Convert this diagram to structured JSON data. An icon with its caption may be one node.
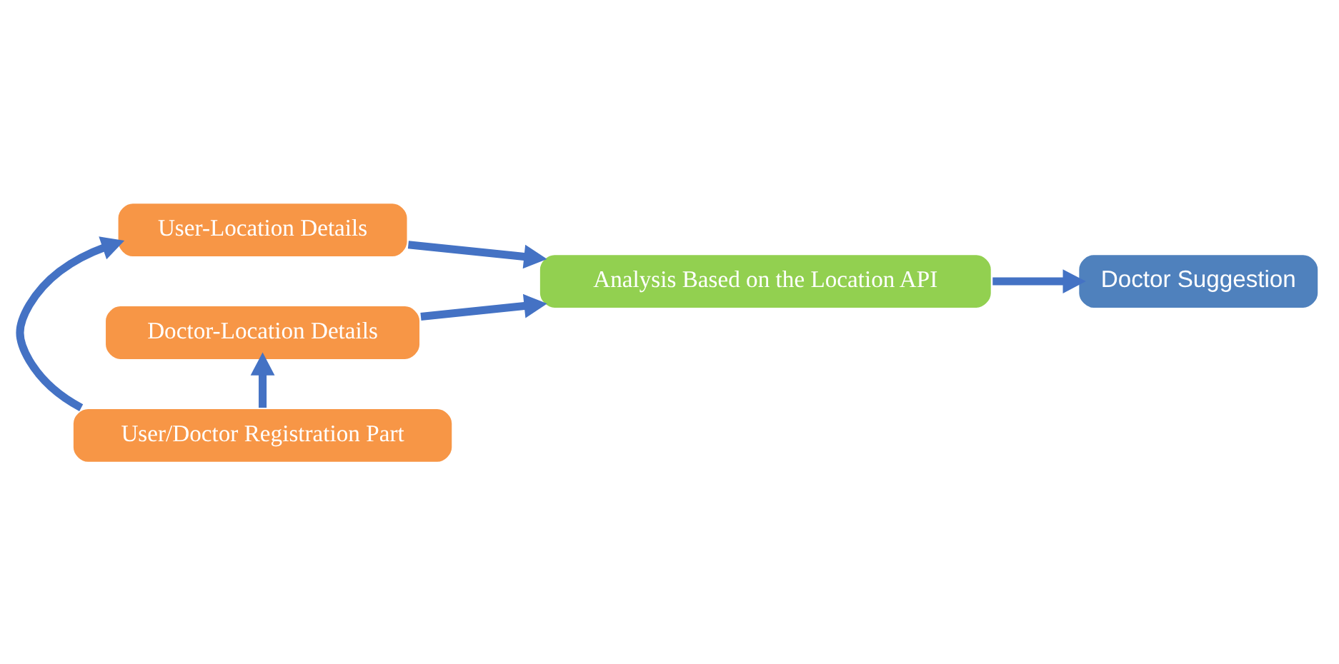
{
  "diagram": {
    "nodes": [
      {
        "text": [
          "User-Location Details"
        ]
      },
      {
        "text": [
          "User/Doctor Registration Part"
        ]
      },
      {
        "text": [
          "Doctor-Location Details"
        ]
      },
      {
        "text": [
          "Analysis Based on the Location API"
        ]
      },
      {
        "text": [
          "Doctor Suggestion"
        ]
      }
    ],
    "edges": [
      {
        "from": 1,
        "to": 0,
        "arrow": "to"
      },
      {
        "from": 1,
        "to": 2,
        "arrow": "to"
      },
      {
        "from": 0,
        "to": 3,
        "arrow": "to"
      },
      {
        "from": 2,
        "to": 3,
        "arrow": "to"
      },
      {
        "from": 3,
        "to": 4,
        "arrow": "to"
      }
    ]
  }
}
